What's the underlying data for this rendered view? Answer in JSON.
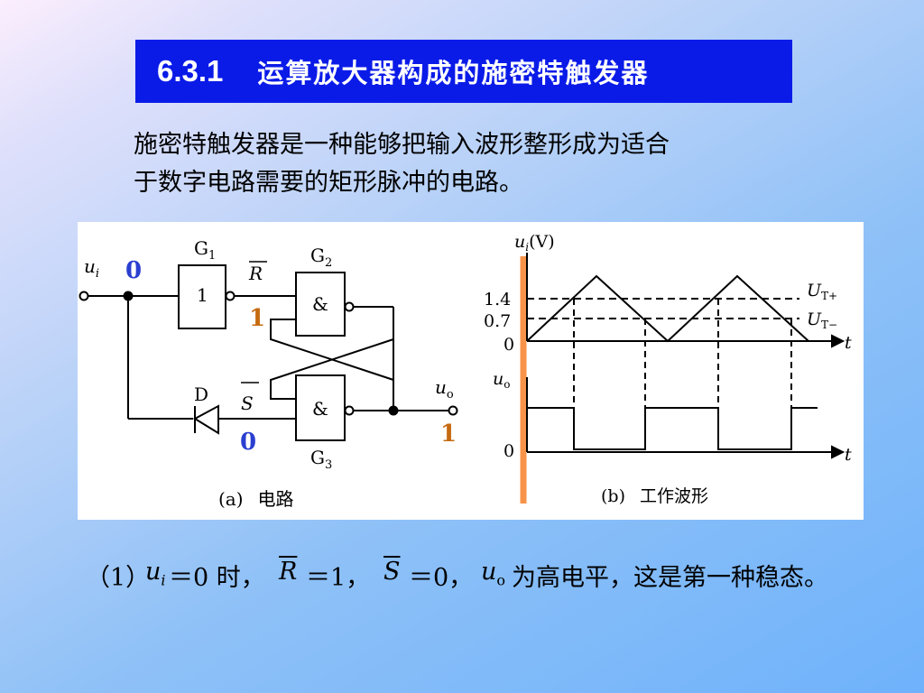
{
  "title": {
    "number": "6.3.1",
    "text": "运算放大器构成的施密特触发器"
  },
  "intro": {
    "line1": "施密特触发器是一种能够把输入波形整形成为适合",
    "line2": "于数字电路需要的矩形脉冲的电路。"
  },
  "circuit": {
    "input_label_base": "u",
    "input_label_sub": "i",
    "input_value": "0",
    "g1_label": "G",
    "g1_sub": "1",
    "g1_symbol": "1",
    "r_bar_label": "R",
    "r_value": "1",
    "g2_label": "G",
    "g2_sub": "2",
    "g2_symbol": "&",
    "g3_label": "G",
    "g3_sub": "3",
    "g3_symbol": "&",
    "diode_label": "D",
    "s_bar_label": "S",
    "s_value": "0",
    "output_label_base": "u",
    "output_label_sub": "o",
    "output_value": "1",
    "caption_letter": "(a)",
    "caption_text": "电路"
  },
  "waveform": {
    "ui_axis_base": "u",
    "ui_axis_sub": "i",
    "ui_axis_unit": "(V)",
    "tick_high": "1.4",
    "tick_low": "0.7",
    "origin_top": "0",
    "origin_bottom": "0",
    "ut_plus_base": "U",
    "ut_plus_sub": "T+",
    "ut_minus_base": "U",
    "ut_minus_sub": "T−",
    "t_label_top": "t",
    "uo_axis_base": "u",
    "uo_axis_sub": "o",
    "t_label_bottom": "t",
    "caption_letter": "(b)",
    "caption_text": "工作波形"
  },
  "statement": {
    "prefix": "（1）",
    "ui_base": "u",
    "ui_sub": "i",
    "eq_zero": "＝0 时，",
    "r_label": "R",
    "r_eq": "＝1，",
    "s_label": "S",
    "s_eq": "＝0，",
    "uo_base": "u",
    "uo_sub": "o",
    "suffix": "为高电平，这是第一种稳态。"
  },
  "colors": {
    "title_bg": "#0a1be8",
    "value_blue": "#2a3fd0",
    "value_orange": "#c56a10",
    "axis_highlight": "#f7944a"
  }
}
